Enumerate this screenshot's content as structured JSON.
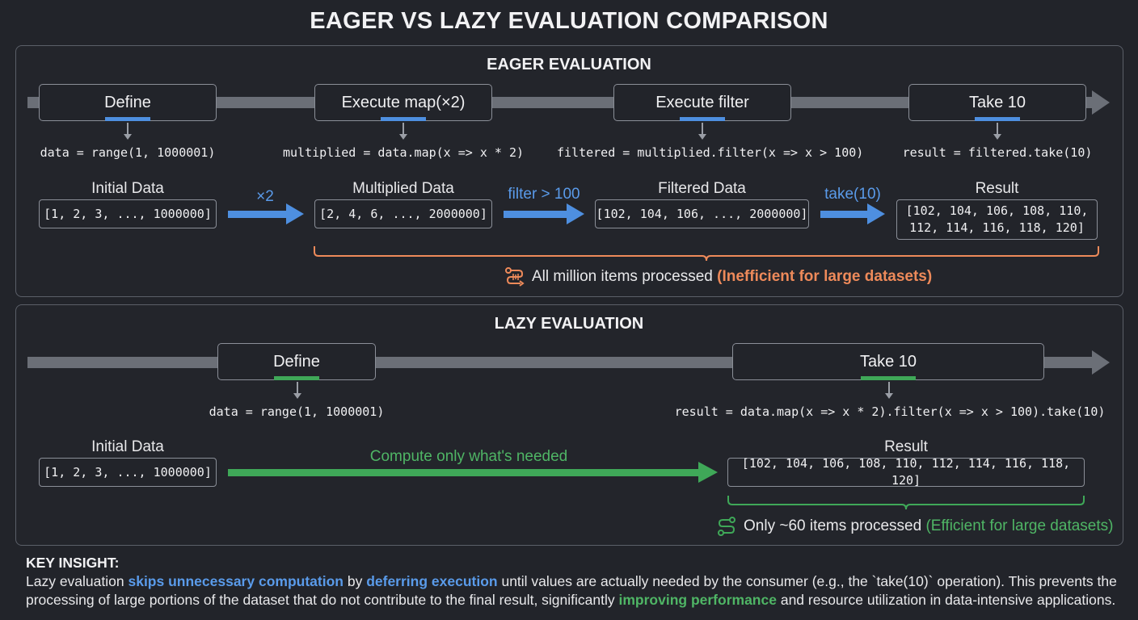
{
  "title": "EAGER VS LAZY EVALUATION COMPARISON",
  "colors": {
    "blue": "#4e8fe0",
    "green": "#3fa858",
    "orange": "#ee8a5a",
    "rail": "#6b6f77"
  },
  "eager": {
    "heading": "EAGER EVALUATION",
    "stages": [
      {
        "label": "Define",
        "code": "data = range(1, 1000001)"
      },
      {
        "label": "Execute map(×2)",
        "code": "multiplied = data.map(x => x * 2)"
      },
      {
        "label": "Execute filter",
        "code": "filtered = multiplied.filter(x => x > 100)"
      },
      {
        "label": "Take 10",
        "code": "result = filtered.take(10)"
      }
    ],
    "data": [
      {
        "label": "Initial Data",
        "value": "[1, 2, 3, ..., 1000000]"
      },
      {
        "label": "Multiplied Data",
        "value": "[2, 4, 6, ..., 2000000]"
      },
      {
        "label": "Filtered Data",
        "value": "[102, 104, 106, ..., 2000000]"
      },
      {
        "label": "Result",
        "value_line1": "[102, 104, 106, 108, 110,",
        "value_line2": "112, 114, 116, 118, 120]"
      }
    ],
    "ops": [
      "×2",
      "filter > 100",
      "take(10)"
    ],
    "note_main": "All million items processed",
    "note_paren": "(Inefficient for large datasets)",
    "note_icon": "process-flow-icon"
  },
  "lazy": {
    "heading": "LAZY EVALUATION",
    "stages": [
      {
        "label": "Define",
        "code": "data = range(1, 1000001)"
      },
      {
        "label": "Take 10",
        "code": "result = data.map(x => x * 2).filter(x => x > 100).take(10)"
      }
    ],
    "data": [
      {
        "label": "Initial Data",
        "value": "[1, 2, 3, ..., 1000000]"
      },
      {
        "label": "Result",
        "value": "[102, 104, 106, 108, 110, 112, 114, 116, 118, 120]"
      }
    ],
    "op": "Compute only what's needed",
    "note_main": "Only ~60 items processed",
    "note_paren": "(Efficient for large datasets)",
    "note_icon": "route-icon"
  },
  "insight": {
    "heading": "KEY INSIGHT:",
    "t1": "Lazy evaluation ",
    "h1": "skips unnecessary computation",
    "t2": " by ",
    "h2": "deferring execution",
    "t3": " until values are actually needed by the consumer (e.g., the `take(10)` operation). This prevents the processing of large portions of the dataset that do not contribute to the final result, significantly ",
    "h3": "improving performance",
    "t4": " and resource utilization in data-intensive applications."
  }
}
